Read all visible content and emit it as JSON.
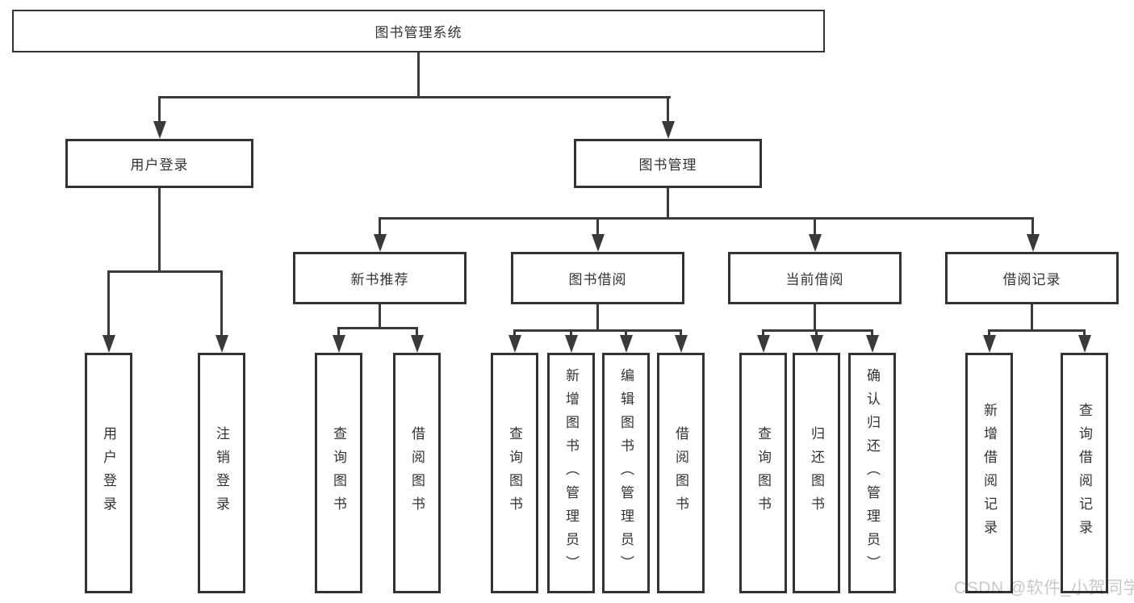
{
  "diagram": {
    "root": "图书管理系统",
    "level2": [
      "用户登录",
      "图书管理"
    ],
    "level3": [
      "新书推荐",
      "图书借阅",
      "当前借阅",
      "借阅记录"
    ],
    "leaves": {
      "user_login": [
        "用户登录",
        "注销登录"
      ],
      "new_book_recommend": [
        "查询图书",
        "借阅图书"
      ],
      "book_borrowing": [
        "查询图书",
        "新增图书（管理员）",
        "编辑图书（管理员）",
        "借阅图书"
      ],
      "current_borrowing": [
        "查询图书",
        "归还图书",
        "确认归还（管理员）"
      ],
      "borrow_records": [
        "新增借阅记录",
        "查询借阅记录"
      ]
    }
  },
  "watermark": {
    "text": "CSDN @软件_小贺同学"
  },
  "colors": {
    "line": "#3a3a3a",
    "border": "#333333",
    "text": "#333333",
    "watermark": "#c9c9c9",
    "background": "#ffffff"
  }
}
